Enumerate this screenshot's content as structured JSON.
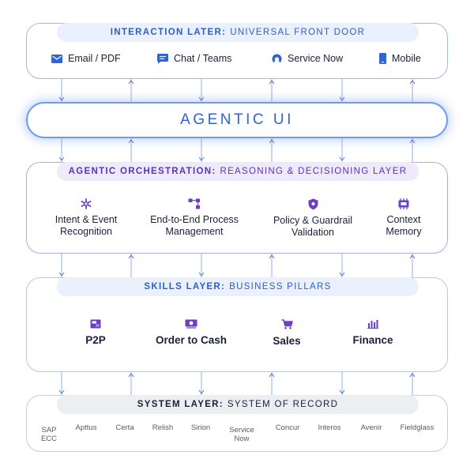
{
  "colors": {
    "blue_accent": "#2a5fd0",
    "purple_accent": "#5a34b5",
    "glow_border": "#6f9cf2",
    "blue_line": "#8fb0e6",
    "purple_line": "#b49be3"
  },
  "interaction_layer": {
    "title_bold": "INTERACTION LATER:",
    "title_rest": "UNIVERSAL FRONT DOOR",
    "channels": [
      {
        "label": "Email / PDF",
        "icon": "email-icon"
      },
      {
        "label": "Chat / Teams",
        "icon": "chat-icon"
      },
      {
        "label": "Service Now",
        "icon": "servicenow-icon"
      },
      {
        "label": "Mobile",
        "icon": "mobile-icon"
      }
    ]
  },
  "agentic_ui": {
    "label": "AGENTIC UI"
  },
  "orchestration_layer": {
    "title_bold": "AGENTIC ORCHESTRATION:",
    "title_rest": "REASONING & DECISIONING LAYER",
    "items": [
      {
        "line1": "Intent & Event",
        "line2": "Recognition",
        "icon": "intent-icon"
      },
      {
        "line1": "End-to-End Process",
        "line2": "Management",
        "icon": "process-icon"
      },
      {
        "line1": "Policy & Guardrail",
        "line2": "Validation",
        "icon": "shield-icon"
      },
      {
        "line1": "Context",
        "line2": "Memory",
        "icon": "memory-icon"
      }
    ]
  },
  "skills_layer": {
    "title_bold": "SKILLS LAYER:",
    "title_rest": "BUSINESS PILLARS",
    "pillars": [
      {
        "label": "P2P",
        "icon": "p2p-icon"
      },
      {
        "label": "Order to Cash",
        "icon": "cash-icon"
      },
      {
        "label": "Sales",
        "icon": "cart-icon"
      },
      {
        "label": "Finance",
        "icon": "bar-chart-icon"
      }
    ]
  },
  "system_layer": {
    "title_bold": "SYSTEM LAYER:",
    "title_rest": "SYSTEM OF RECORD",
    "systems": [
      "SAP\nECC",
      "Apttus",
      "Certa",
      "Relish",
      "Sirion",
      "Service\nNow",
      "Concur",
      "Interos",
      "Avenir",
      "Fieldglass"
    ]
  }
}
